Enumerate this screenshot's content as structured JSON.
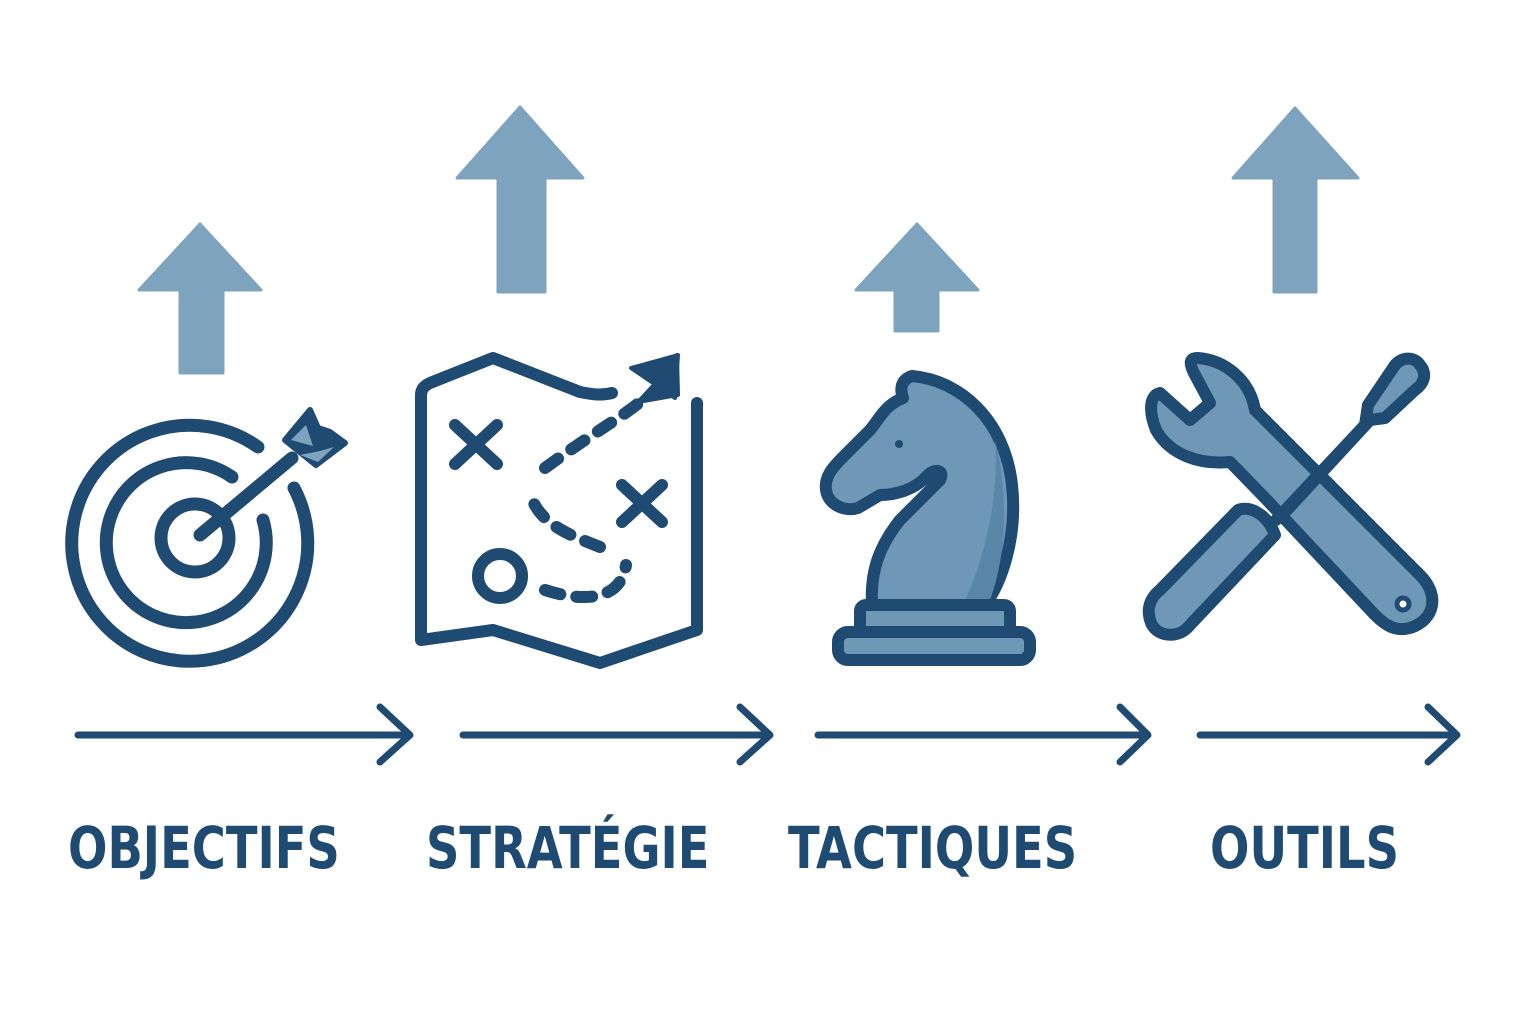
{
  "diagram": {
    "title": "",
    "colors": {
      "dark_navy": "#1f4a72",
      "icon_fill": "#6f97b6",
      "icon_fill_shade": "#5a86a8",
      "up_arrow": "#7ea3bf",
      "background": "#ffffff"
    },
    "steps": [
      {
        "label": "OBJECTIFS",
        "icon": "target-icon",
        "up_arrow_height": "short"
      },
      {
        "label": "STRATÉGIE",
        "icon": "map-icon",
        "up_arrow_height": "tall"
      },
      {
        "label": "TACTIQUES",
        "icon": "chess-knight-icon",
        "up_arrow_height": "shortest"
      },
      {
        "label": "OUTILS",
        "icon": "tools-icon",
        "up_arrow_height": "tall"
      }
    ],
    "flow_arrows": 4
  }
}
